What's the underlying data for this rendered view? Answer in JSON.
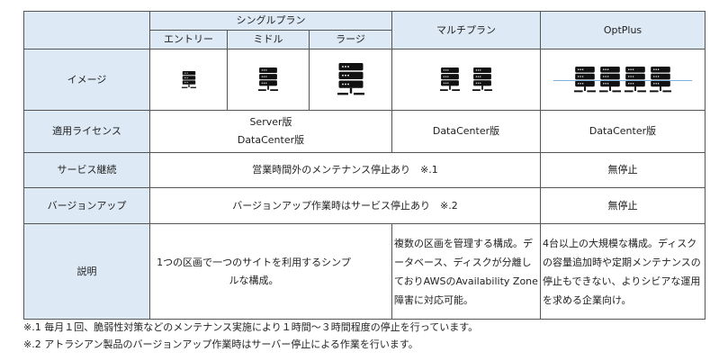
{
  "header": {
    "single": "シングルプラン",
    "entry": "エントリー",
    "middle": "ミドル",
    "large": "ラージ",
    "multi": "マルチプラン",
    "optplus": "OptPlus"
  },
  "rows": {
    "image": {
      "label": "イメージ"
    },
    "license": {
      "label": "適用ライセンス",
      "single_line1": "Server版",
      "single_line2": "DataCenter版",
      "multi": "DataCenter版",
      "optplus": "DataCenter版"
    },
    "service": {
      "label": "サービス継続",
      "single_multi": "営業時間外のメンテナンス停止あり　※.1",
      "optplus": "無停止"
    },
    "version": {
      "label": "バージョンアップ",
      "single_multi": "バージョンアップ作業時はサービス停止あり　※.2",
      "optplus": "無停止"
    },
    "description": {
      "label": "説明",
      "single": "1つの区画で一つのサイトを利用するシンプルな構成。",
      "multi": "複数の区画を管理する構成。データベース、ディスクが分離しておりAWSのAvailability Zone障害に対応可能。",
      "optplus": "4台以上の大規模な構成。ディスクの容量追加時や定期メンテナンスの停止もできない、よりシビアな運用を求める企業向け。"
    }
  },
  "footnotes": [
    "※.1 毎月１回、脆弱性対策などのメンテナンス実施により１時間～３時間程度の停止を行っています。",
    "※.2 アトラシアン製品のバージョンアップ作業時はサーバー停止による作業を行います。"
  ]
}
